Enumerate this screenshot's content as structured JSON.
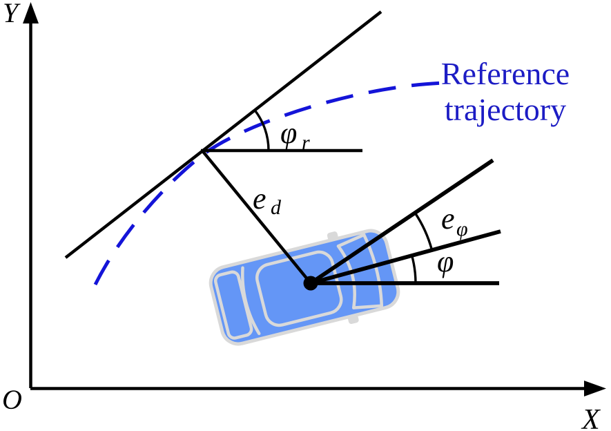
{
  "figure": {
    "type": "diagram",
    "description": "Path tracking error geometry of a vehicle relative to a reference trajectory",
    "axes": {
      "x_label": "X",
      "y_label": "Y",
      "origin_label": "O"
    },
    "reference_label": {
      "line1": "Reference",
      "line2": "trajectory"
    },
    "labels": {
      "phi_r": {
        "main": "φ",
        "sub": "r"
      },
      "e_d": {
        "main": "e",
        "sub": "d"
      },
      "e_phi": {
        "main": "e",
        "sub": "φ"
      },
      "phi": {
        "main": "φ",
        "sub": ""
      }
    },
    "colors": {
      "line_black": "#000000",
      "trajectory_blue": "#1414d8",
      "label_blue": "#1c1cc4",
      "car_body_blue": "#6496f6",
      "car_outline_gray": "#d9d9d9"
    }
  }
}
